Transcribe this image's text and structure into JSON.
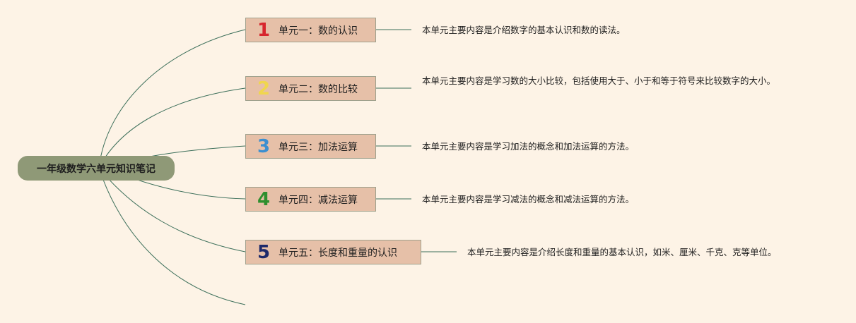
{
  "root": {
    "title": "一年级数学六单元知识笔记"
  },
  "units": [
    {
      "num": "1",
      "color": "#d7262d",
      "label": "单元一：数的认识",
      "note": "本单元主要内容是介绍数字的基本认识和数的读法。"
    },
    {
      "num": "2",
      "color": "#f0d64e",
      "label": "单元二：数的比较",
      "note": "本单元主要内容是学习数的大小比较，包括使用大于、小于和等于符号来比较数字的大小。"
    },
    {
      "num": "3",
      "color": "#3b8fd0",
      "label": "单元三：加法运算",
      "note": "本单元主要内容是学习加法的概念和加法运算的方法。"
    },
    {
      "num": "4",
      "color": "#2e8f2e",
      "label": "单元四：减法运算",
      "note": "本单元主要内容是学习减法的概念和减法运算的方法。"
    },
    {
      "num": "5",
      "color": "#1e2a6b",
      "label": "单元五：长度和重量的认识",
      "note": "本单元主要内容是介绍长度和重量的基本认识，如米、厘米、千克、克等单位。"
    }
  ],
  "colors": {
    "background": "#fdf3e6",
    "root_fill": "#8f9977",
    "unit_fill": "#e6c0a8",
    "connector": "#3c6f5a"
  }
}
